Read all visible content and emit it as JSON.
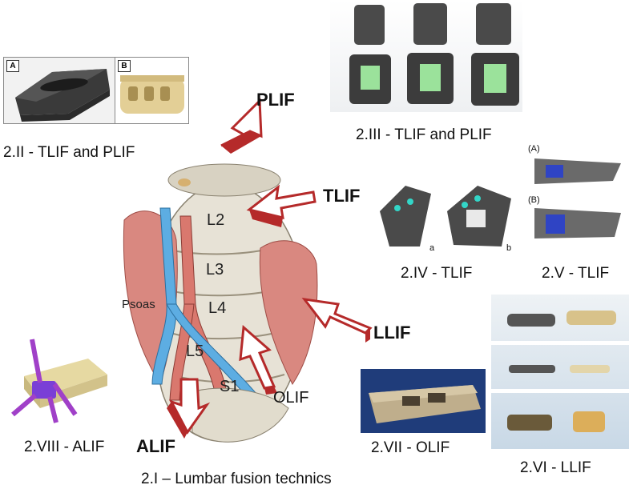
{
  "figure": {
    "main_caption": "2.I – Lumbar fusion technics",
    "approaches": {
      "plif": "PLIF",
      "tlif": "TLIF",
      "llif": "LLIF",
      "olif": "OLIF",
      "alif": "ALIF"
    },
    "vertebrae": {
      "l2": "L2",
      "l3": "L3",
      "l4": "L4",
      "l5": "L5",
      "s1": "S1"
    },
    "muscle": "Psoas",
    "panels": {
      "p2": {
        "caption": "2.II - TLIF and PLIF",
        "label_a": "A",
        "label_b": "B"
      },
      "p3": {
        "caption": "2.III - TLIF and PLIF"
      },
      "p4": {
        "caption": "2.IV - TLIF",
        "label_a": "a",
        "label_b": "b"
      },
      "p5": {
        "caption": "2.V - TLIF",
        "label_a": "(A)",
        "label_b": "(B)"
      },
      "p6": {
        "caption": "2.VI - LLIF"
      },
      "p7": {
        "caption": "2.VII - OLIF"
      },
      "p8": {
        "caption": "2.VIII - ALIF"
      }
    }
  },
  "colors": {
    "arrow_red": "#b52a2a",
    "muscle_red": "#d98880",
    "vein_blue": "#5dade2",
    "peek_beige": "#e8d7a8",
    "titanium_gray": "#6b6b6b",
    "screw_purple": "#a040c8"
  }
}
